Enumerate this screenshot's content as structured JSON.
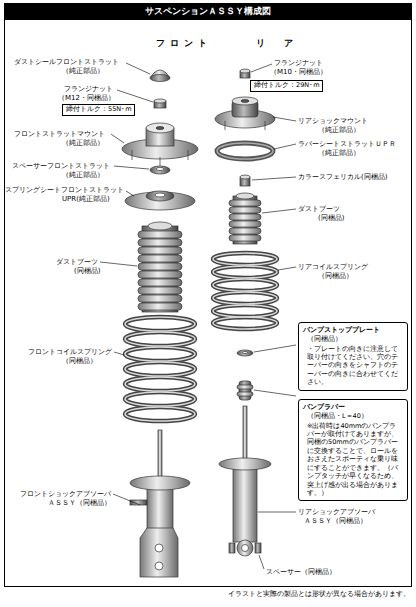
{
  "diagram": {
    "title": "サスペンションＡＳＳＹ構成図",
    "caption": "イラストと実際の製品とは形状が異なる場合があります。",
    "nodes": [
      {
        "text": [
          "締付トルク：55N･m"
        ]
      },
      {
        "text": [
          "締付トルク：29N･m"
        ]
      },
      {
        "text": [
          "バンプストッププレート",
          "（同梱品）",
          "・プレートの向きに注意して取り付けてください。穴のテーパーの向きをシャフトのテーパーの向きに合わせてください。"
        ]
      },
      {
        "text": [
          "バンプラバー",
          "（同梱品・L＝40）",
          "※出荷時は40mmのバンプラバーが取付けてありますが、同梱の50mmのバンプラバーに交換することで、ロールをおさえたスポーティな乗り味にすることができます。（バンプタッチが早くなるため、突上げ感が出る場合があります。）"
        ]
      }
    ],
    "labels": [
      "フロント",
      "リ　ア",
      "ダストシールフロントストラット",
      "（純正部品）",
      "フランジナット",
      "（M12・同梱品）",
      "フロントストラットマウント",
      "（純正部品）",
      "スペーサーフロントストラット",
      "（純正部品）",
      "スプリングシートフロントストラット",
      "UPR(純正部品)",
      "ダストブーツ",
      "(同梱品)",
      "フロントコイルスプリング",
      "（同梱品）",
      "フロントショックアブソーバ",
      "ＡＳＳＹ（同梱品）",
      "フランジナット",
      "（M10・同梱品）",
      "リアショックマウント",
      "（純正部品）",
      "ラバーシートストラットＵＰＲ",
      "（純正部品）",
      "カラースフェリカル(同梱品)",
      "ダストブーツ",
      "(同梱品)",
      "リアコイルスプリング",
      "（同梱品）",
      "リアショックアブソーバ",
      "ＡＳＳＹ（同梱品）",
      "スペーサー（同梱品）"
    ]
  }
}
